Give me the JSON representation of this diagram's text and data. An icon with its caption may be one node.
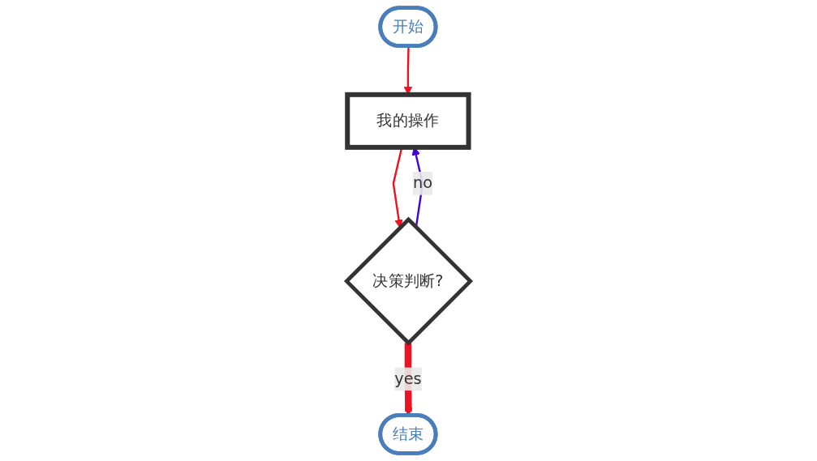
{
  "diagram": {
    "nodes": [
      {
        "text": [
          "开始"
        ]
      },
      {
        "text": [
          "我的操作"
        ]
      },
      {
        "text": [
          "决策判断?"
        ]
      },
      {
        "text": [
          "结束"
        ]
      }
    ],
    "edges": [
      {
        "from": 0,
        "to": 1,
        "arrow": "to",
        "color": "#ee1122"
      },
      {
        "from": 1,
        "to": 2,
        "arrow": "to",
        "color": "#ee1122"
      },
      {
        "from": 2,
        "to": 3,
        "arrow": "to",
        "label": "yes",
        "style": "thick",
        "color": "#ee1122"
      },
      {
        "from": 2,
        "to": 1,
        "arrow": "to",
        "label": "no",
        "color": "#4400dd"
      }
    ]
  }
}
